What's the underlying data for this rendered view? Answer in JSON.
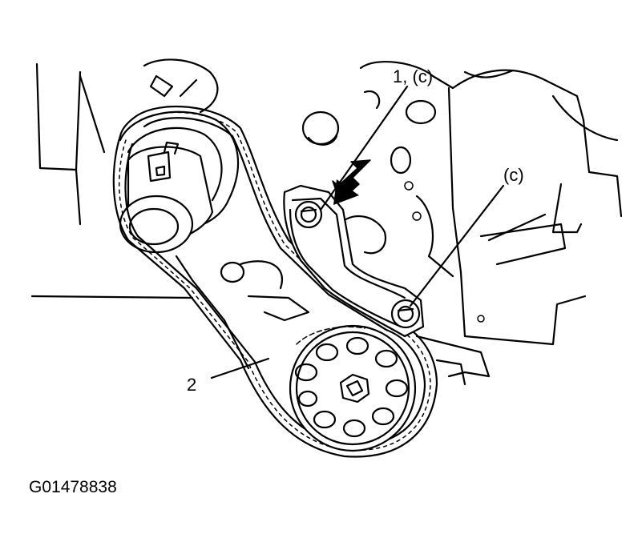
{
  "labels": {
    "part_1": "1, (c)",
    "part_c": "(c)",
    "part_2": "2"
  },
  "figure_code": "G01478838",
  "arrow_icon": "pointer-arrow-icon"
}
